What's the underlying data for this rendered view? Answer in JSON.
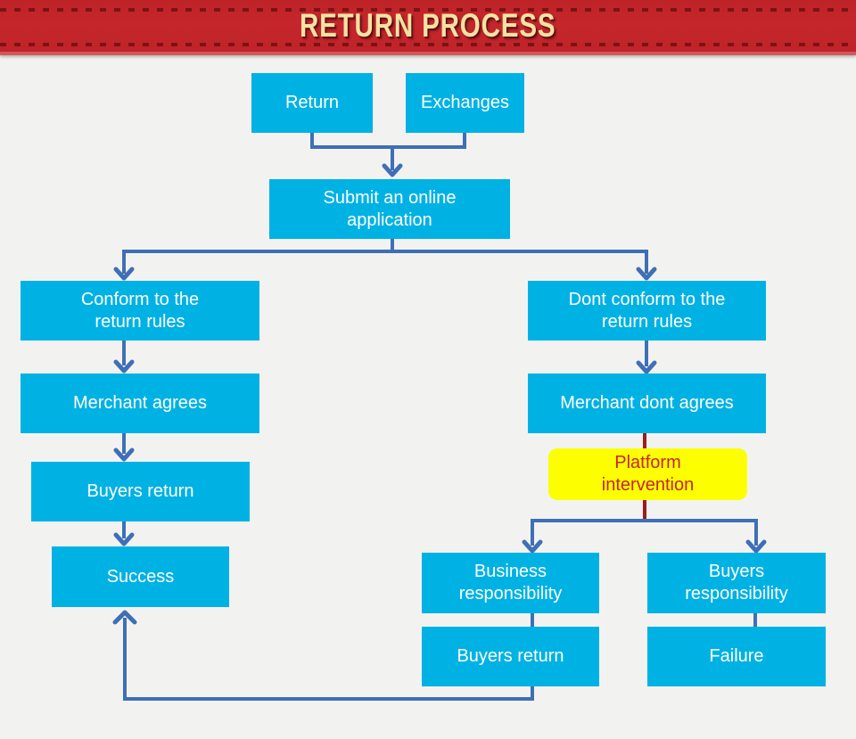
{
  "header": {
    "title": "RETURN PROCESS"
  },
  "colors": {
    "node_fill": "#00b2e4",
    "node_text": "#ffffff",
    "connector": "#3f6fb6",
    "connector_red": "#9e1b1e",
    "highlight_fill": "#fdff00",
    "highlight_text": "#c4252b",
    "banner_bg": "#c5262b",
    "banner_dash": "#7d1215",
    "banner_text": "#f3e2a4",
    "canvas_bg": "#f2f3f1"
  },
  "flow": {
    "nodes": {
      "return": {
        "label": "Return"
      },
      "exchanges": {
        "label": "Exchanges"
      },
      "submit": {
        "label": "Submit an online\napplication"
      },
      "conform": {
        "label": "Conform to the\nreturn rules"
      },
      "dont_conform": {
        "label": "Dont conform to the\nreturn rules"
      },
      "merchant_agrees": {
        "label": "Merchant agrees"
      },
      "merchant_dont_agrees": {
        "label": "Merchant dont agrees"
      },
      "platform_intervention": {
        "label": "Platform\nintervention"
      },
      "buyers_return_left": {
        "label": "Buyers return"
      },
      "success": {
        "label": "Success"
      },
      "business_responsibility": {
        "label": "Business\nresponsibility"
      },
      "buyers_responsibility": {
        "label": "Buyers\nresponsibility"
      },
      "buyers_return_right": {
        "label": "Buyers return"
      },
      "failure": {
        "label": "Failure"
      }
    }
  }
}
